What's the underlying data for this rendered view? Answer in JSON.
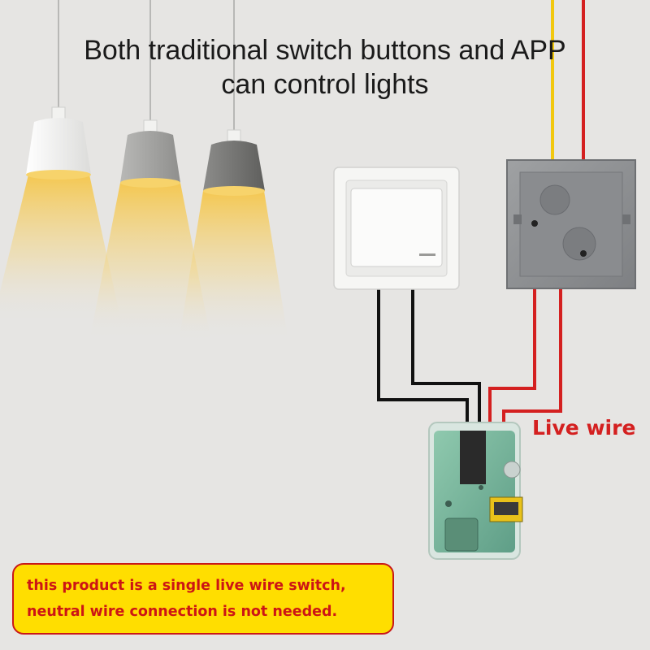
{
  "title": {
    "line1": "Both traditional switch buttons and APP",
    "line2": "can control lights"
  },
  "live_wire_label": "Live wire",
  "notice": {
    "line1": "this product is a single live wire switch,",
    "line2": "neutral wire connection is not needed."
  },
  "colors": {
    "background": "#e6e5e3",
    "live_wire": "#d42020",
    "switch_wire": "#111111",
    "wire_yellow": "#f2c80f",
    "notice_bg": "#ffde00",
    "notice_text": "#cc1515"
  },
  "icons": [
    "pendant-lamp-icon",
    "wall-switch-icon",
    "junction-box-icon",
    "relay-module-icon"
  ]
}
